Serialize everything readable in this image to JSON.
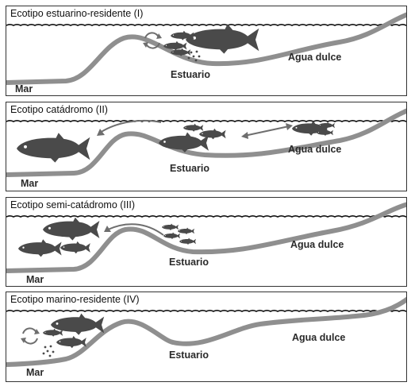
{
  "panels": [
    {
      "title": "Ecotipo estuarino-residente (I)",
      "sea_label": "Mar",
      "estuary_label": "Estuario",
      "freshwater_label": "Agua dulce"
    },
    {
      "title": "Ecotipo catádromo (II)",
      "sea_label": "Mar",
      "estuary_label": "Estuario",
      "freshwater_label": "Agua dulce"
    },
    {
      "title": "Ecotipo semi-catádromo (III)",
      "sea_label": "Mar",
      "estuary_label": "Estuario",
      "freshwater_label": "Agua dulce"
    },
    {
      "title": "Ecotipo marino-residente (IV)",
      "sea_label": "Mar",
      "estuary_label": "Estuario",
      "freshwater_label": "Agua dulce"
    }
  ],
  "colors": {
    "terrain": "#8f8f8f",
    "fish": "#4a4a4a",
    "arrow": "#6e6e6e",
    "water": "#111111",
    "border": "#333333"
  },
  "icons": {
    "fish": "fish-icon",
    "eggs": "eggs-icon",
    "cycle": "cycle-arrows-icon",
    "migration": "migration-arrow-icon"
  }
}
